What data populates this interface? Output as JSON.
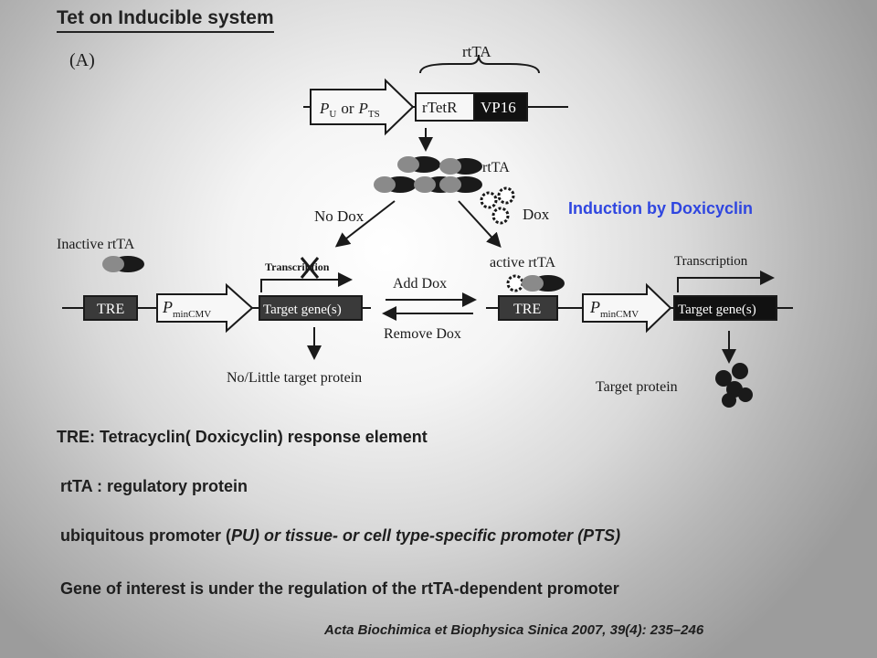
{
  "title": "Tet on Inducible system",
  "figure": {
    "panel_label": "(A)",
    "construct": {
      "rtTA_brace_label": "rtTA",
      "promoter_label": "P",
      "promoter_sub_u": "U",
      "promoter_or": "or",
      "promoter_p2": "P",
      "promoter_sub_ts": "TS",
      "rTetR": "rTetR",
      "VP16": "VP16"
    },
    "rtTA_label": "rtTA",
    "no_dox": "No Dox",
    "dox": "Dox",
    "inactive_rtTA": "Inactive rtTA",
    "active_rtTA": "active rtTA",
    "transcription_left": "Transcription",
    "transcription_right": "Transcription",
    "add_dox": "Add Dox",
    "remove_dox": "Remove Dox",
    "tre_left": "TRE",
    "tre_right": "TRE",
    "pmin_p": "P",
    "pmin_sub": "minCMV",
    "target_gene_left": "Target gene(s)",
    "target_gene_right": "Target gene(s)",
    "no_little_protein": "No/Little target protein",
    "target_protein": "Target protein"
  },
  "side_note": "Induction by Doxicyclin",
  "definitions": {
    "tre": "TRE: Tetracyclin( Doxicyclin) response element",
    "rtta": "rtTA : regulatory protein",
    "promoter_prefix": "ubiquitous promoter (",
    "promoter_pu": "PU",
    "promoter_middle": ") or tissue- or cell type-specific promoter (",
    "promoter_pts": "PTS",
    "promoter_suffix": ")",
    "gene": "Gene of interest is under the regulation of the rtTA-dependent promoter"
  },
  "citation": "Acta Biochimica et Biophysica Sinica 2007, 39(4): 235–246",
  "colors": {
    "accent_blue": "#2f46e0",
    "box_dark": "#3a3a3a",
    "box_black": "#111111"
  }
}
